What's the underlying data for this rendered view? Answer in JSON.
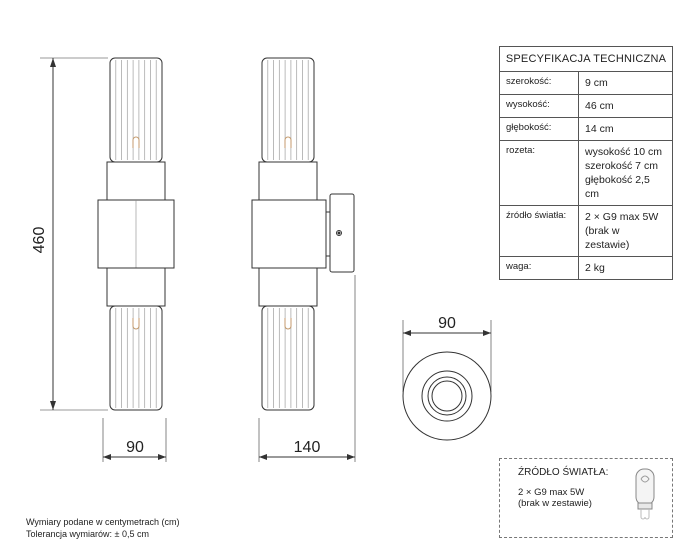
{
  "dimensions": {
    "height_label": "460",
    "front_width_label": "90",
    "side_depth_label": "140",
    "rosette_diameter_label": "90"
  },
  "spec_table": {
    "title": "SPECYFIKACJA TECHNICZNA",
    "rows": [
      {
        "key": "szerokość:",
        "value": "9 cm"
      },
      {
        "key": "wysokość:",
        "value": "46 cm"
      },
      {
        "key": "głębokość:",
        "value": "14 cm"
      },
      {
        "key": "rozeta:",
        "value": "wysokość 10 cm\nszerokość 7 cm\ngłębokość 2,5 cm"
      },
      {
        "key": "źródło światła:",
        "value": "2 × G9 max 5W\n(brak w zestawie)"
      },
      {
        "key": "waga:",
        "value": "2 kg"
      }
    ]
  },
  "light_source_box": {
    "title": "ŹRÓDŁO ŚWIATŁA:",
    "description": "2 × G9 max 5W\n(brak w zestawie)"
  },
  "notes": {
    "line1": "Wymiary podane w centymetrach (cm)",
    "line2": "Tolerancja wymiarów: ± 0,5 cm"
  }
}
